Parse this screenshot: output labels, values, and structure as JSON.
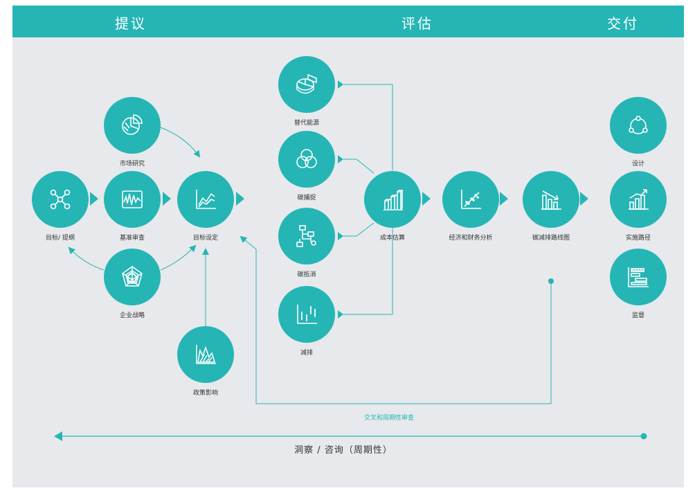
{
  "header": {
    "phase_propose": "提议",
    "phase_assess": "评估",
    "phase_deliver": "交付"
  },
  "nodes": {
    "goals_outline": "目标/ 提纲",
    "market_research": "市场研究",
    "baseline_review": "基准审查",
    "target_setting": "目标设定",
    "corporate_strategy": "企业战略",
    "policy_impact": "政策影响",
    "alternative_energy": "替代能源",
    "carbon_capture": "碳捕捉",
    "carbon_offset": "碳抵消",
    "emission_reduction": "减排",
    "cost_estimate": "成本估算",
    "economic_financial_analysis": "经济和财务分析",
    "carbon_reduction_roadmap": "碳减排路线图",
    "design": "设计",
    "implementation_path": "实施路径",
    "supervision": "监督"
  },
  "icons": {
    "goals_outline": "network-icon",
    "market_research": "pie-chart-icon",
    "baseline_review": "waveform-icon",
    "target_setting": "trend-chart-icon",
    "corporate_strategy": "radar-chart-icon",
    "policy_impact": "area-chart-icon",
    "alternative_energy": "pie-3d-icon",
    "carbon_capture": "venn-icon",
    "carbon_offset": "flowchart-icon",
    "emission_reduction": "candlestick-icon",
    "cost_estimate": "bar-chart-3d-icon",
    "economic_financial_analysis": "scatter-chart-icon",
    "carbon_reduction_roadmap": "declining-bar-icon",
    "design": "cycle-icon",
    "implementation_path": "rising-bar-icon",
    "supervision": "gantt-icon"
  },
  "cross_review_label": "交叉和周期性审查",
  "insight_label": "洞察 / 咨询（周期性）",
  "colors": {
    "accent": "#26b5b5",
    "background": "#e7e9ec",
    "text": "#333333"
  }
}
